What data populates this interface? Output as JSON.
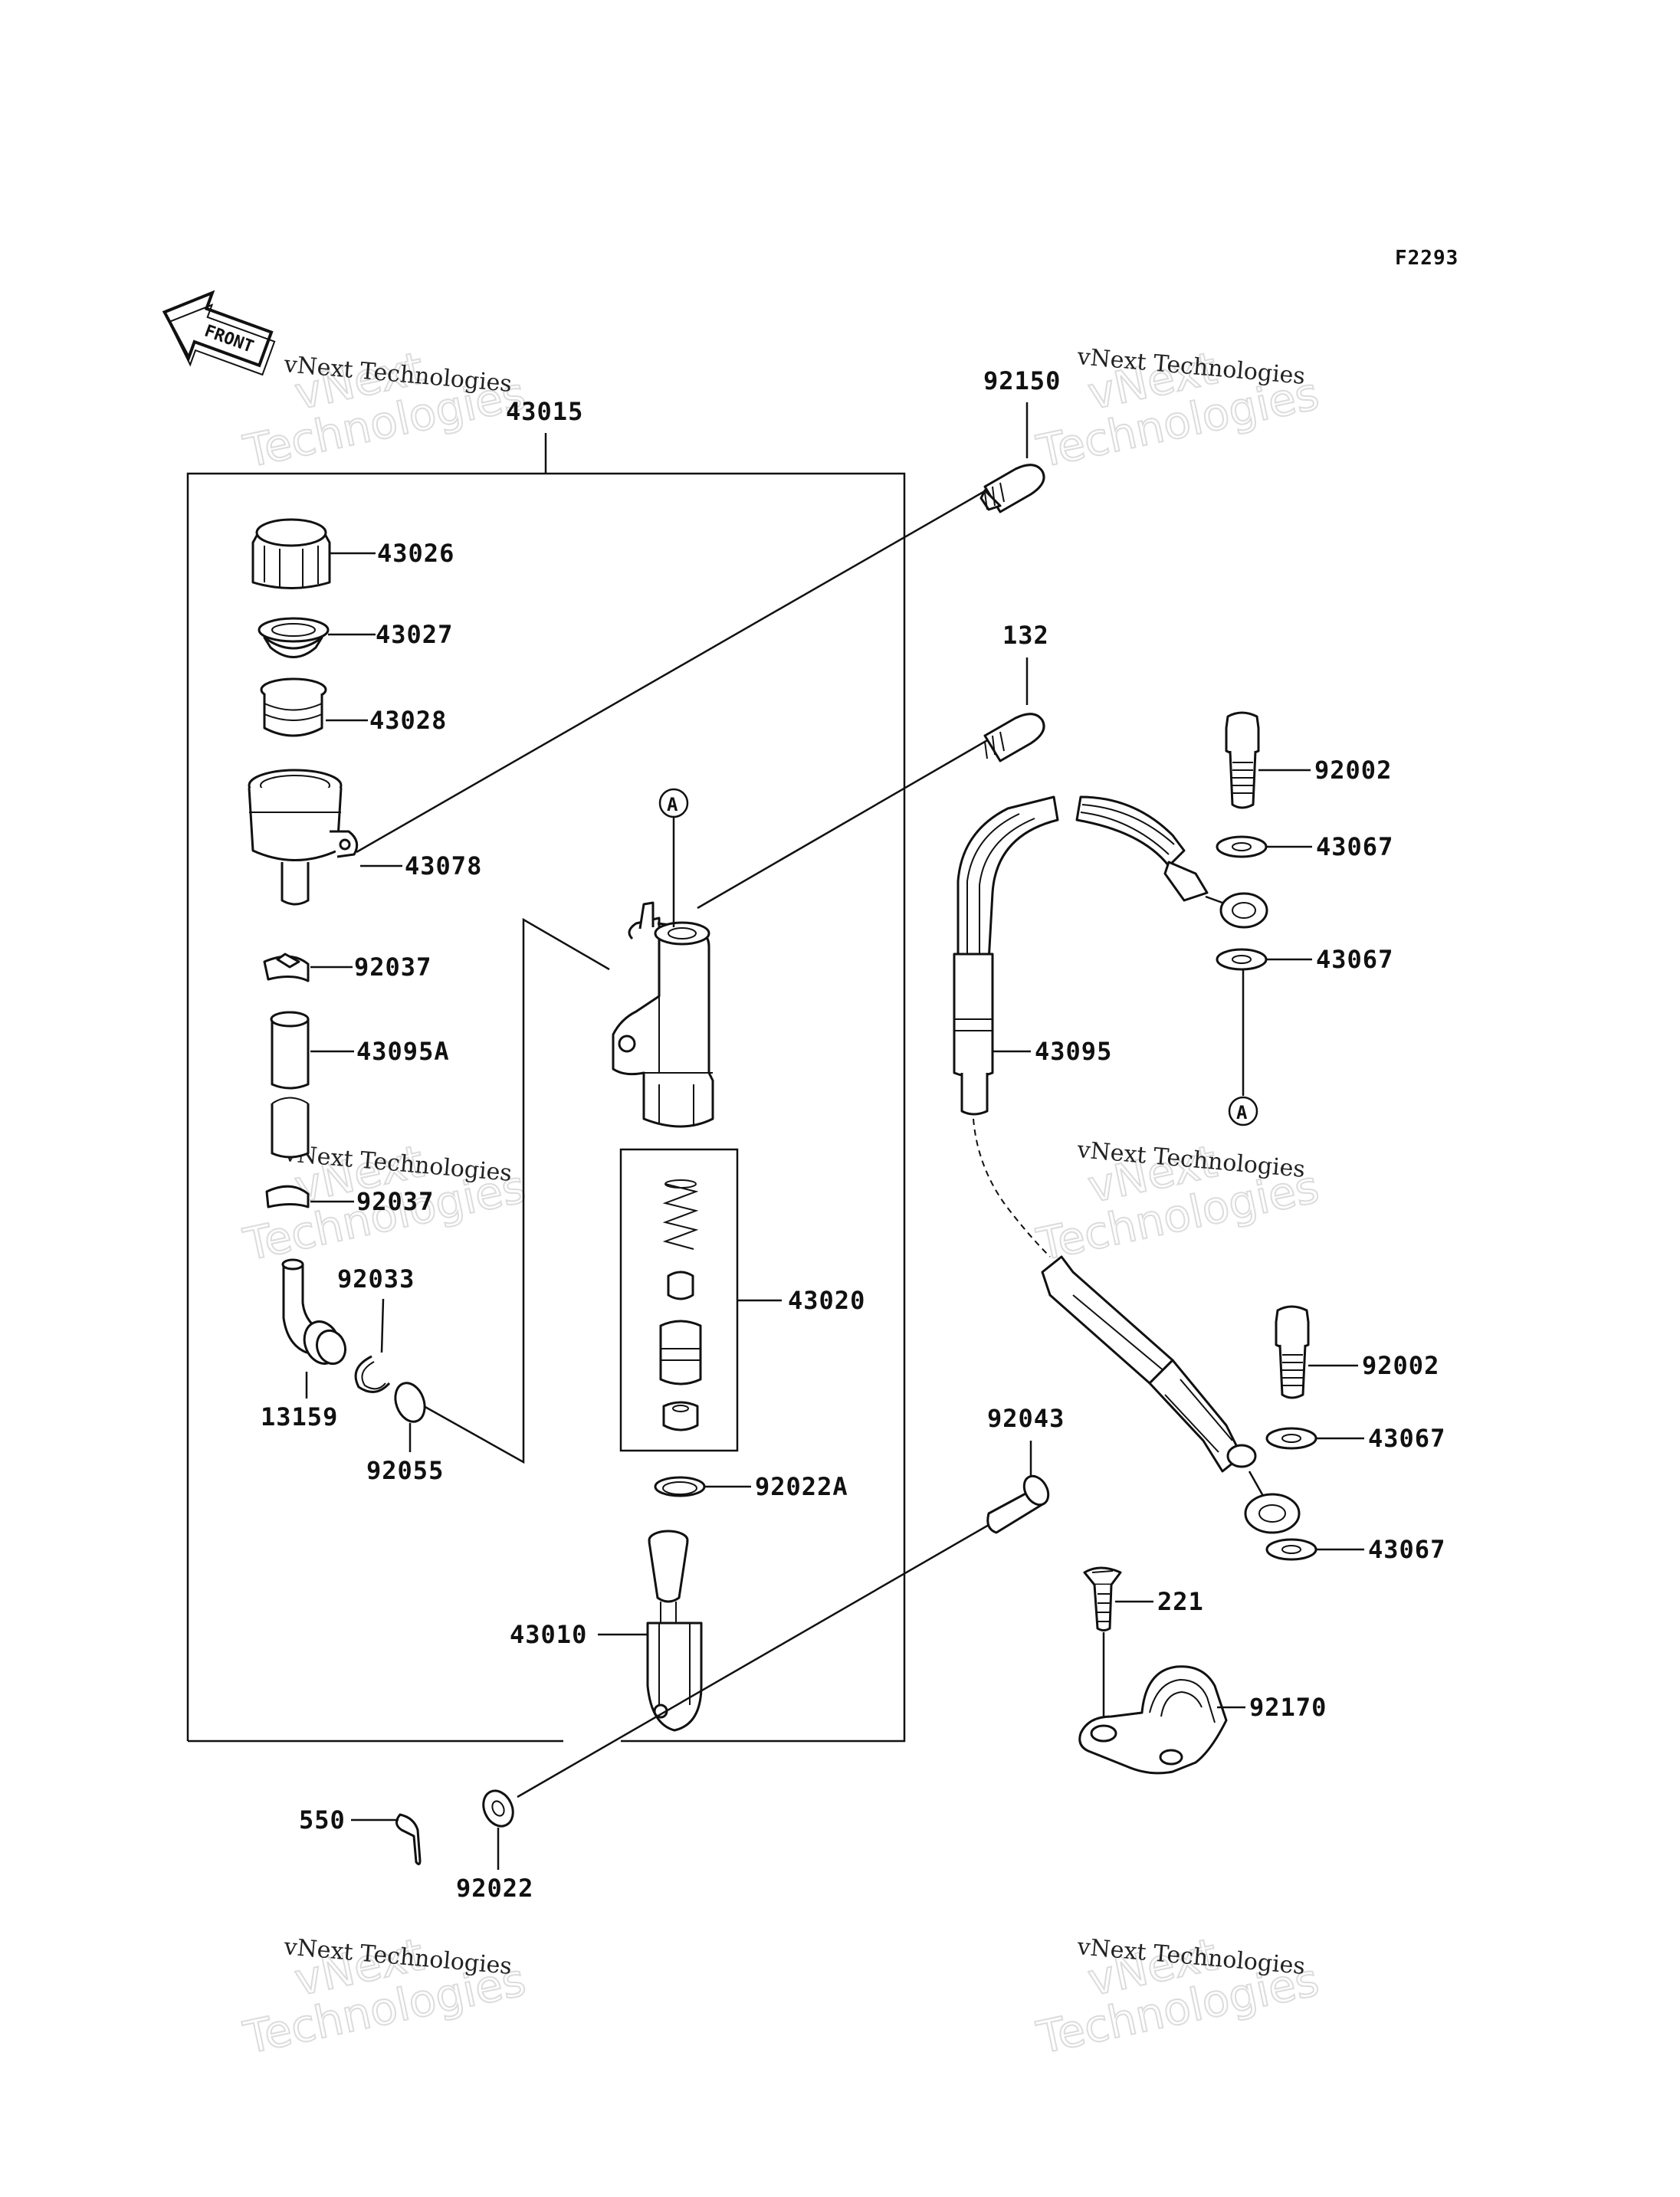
{
  "figure_code": "F2293",
  "front_badge": "FRONT",
  "marker_letter": "A",
  "watermark": {
    "line1": "vNext",
    "line2": "Technologies",
    "caption": "vNext Technologies"
  },
  "part_labels": {
    "p43015": "43015",
    "p43026": "43026",
    "p43027": "43027",
    "p43028": "43028",
    "p43078": "43078",
    "p92037a": "92037",
    "p43095A": "43095A",
    "p92037b": "92037",
    "p92033": "92033",
    "p13159": "13159",
    "p92055": "92055",
    "p92150": "92150",
    "p132": "132",
    "p43020": "43020",
    "p92022A": "92022A",
    "p43010": "43010",
    "p550": "550",
    "p92022": "92022",
    "p92043": "92043",
    "p92002a": "92002",
    "p43067a": "43067",
    "p43067b": "43067",
    "p43095": "43095",
    "p92002b": "92002",
    "p43067c": "43067",
    "p43067d": "43067",
    "p221": "221",
    "p92170": "92170"
  }
}
